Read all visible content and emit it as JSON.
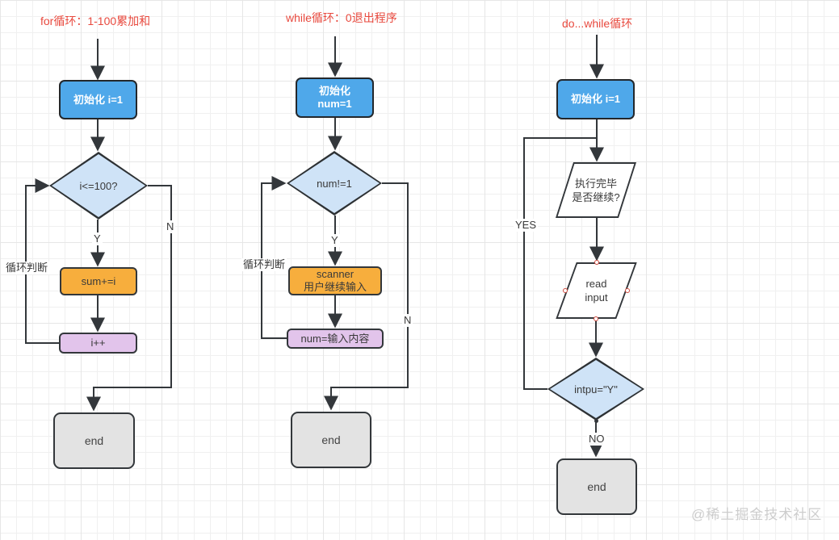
{
  "watermark": "@稀土掘金技术社区",
  "colors": {
    "title_red": "#e8493e",
    "process_blue_fill": "#4fa8ea",
    "decision_fill": "#cfe3f7",
    "action_orange_fill": "#f7ae3d",
    "assign_purple_fill": "#e2c4eb",
    "end_gray_fill": "#e3e3e3",
    "connector_line": "#333333",
    "connection_point_red": "#cf4a3f",
    "grid_line": "#ececec"
  },
  "charts": [
    {
      "title": "for循环：1-100累加和",
      "init": "初始化 i=1",
      "condition": "i<=100?",
      "branch_yes": "Y",
      "branch_no": "N",
      "edge_label": "循环判断",
      "step1": "sum+=i",
      "step2": "i++",
      "end": "end"
    },
    {
      "title": "while循环：0退出程序",
      "init_line1": "初始化",
      "init_line2": "num=1",
      "condition": "num!=1",
      "branch_yes": "Y",
      "branch_no": "N",
      "edge_label": "循环判断",
      "step1_line1": "scanner",
      "step1_line2": "用户继续输入",
      "step2": "num=输入内容",
      "end": "end"
    },
    {
      "title": "do...while循环",
      "init": "初始化 i=1",
      "io1_line1": "执行完毕",
      "io1_line2": "是否继续?",
      "io2_line1": "read",
      "io2_line2": "input",
      "condition": "intpu=\"Y\"",
      "branch_yes": "YES",
      "branch_no": "NO",
      "end": "end"
    }
  ]
}
